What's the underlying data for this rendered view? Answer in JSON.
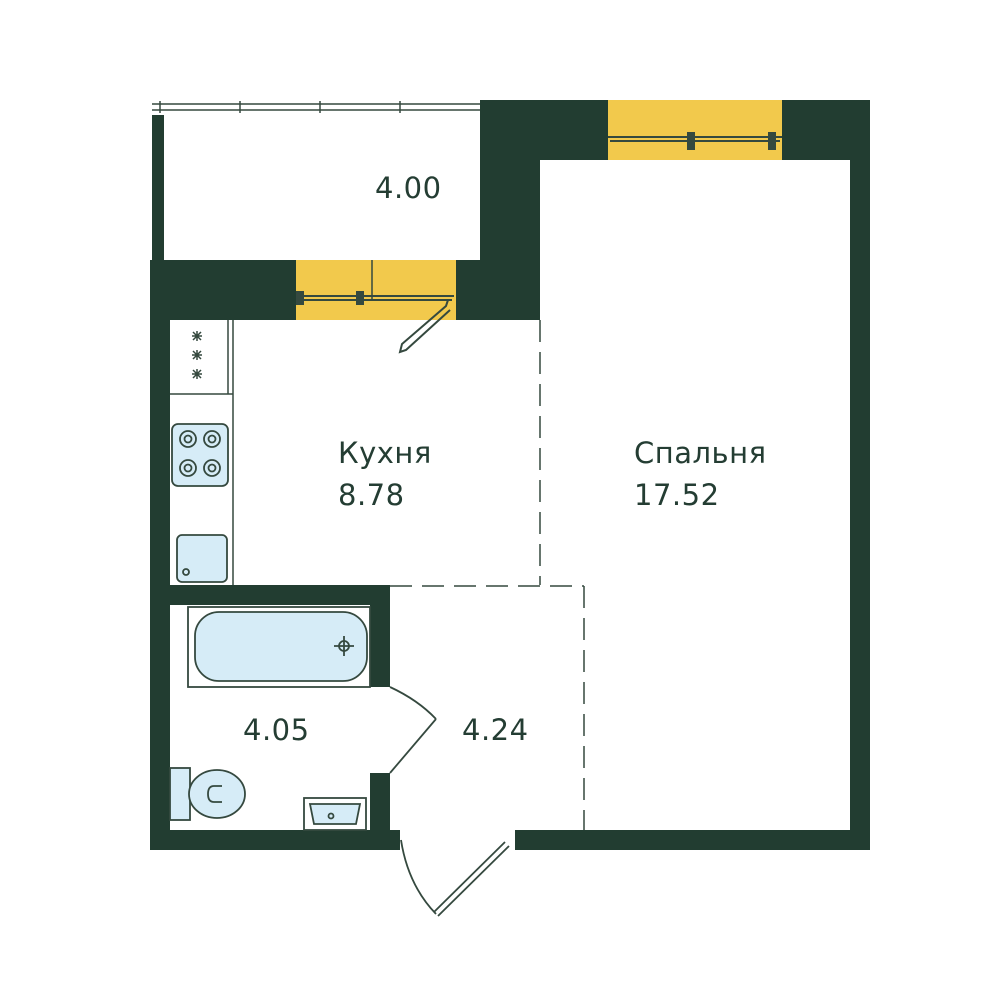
{
  "colors": {
    "wall": "#223d31",
    "window": "#f2c94c",
    "fixture_fill": "#d6ecf7",
    "line": "#35493f",
    "background": "#ffffff"
  },
  "rooms": {
    "balcony": {
      "area": "4.00"
    },
    "kitchen": {
      "name": "Кухня",
      "area": "8.78"
    },
    "bedroom": {
      "name": "Спальня",
      "area": "17.52"
    },
    "bathroom": {
      "area": "4.05"
    },
    "hallway": {
      "area": "4.24"
    }
  },
  "icons": [
    "stove-icon",
    "sink-icon",
    "bathtub-icon",
    "toilet-icon",
    "washbasin-icon",
    "door-icon",
    "window-icon"
  ]
}
